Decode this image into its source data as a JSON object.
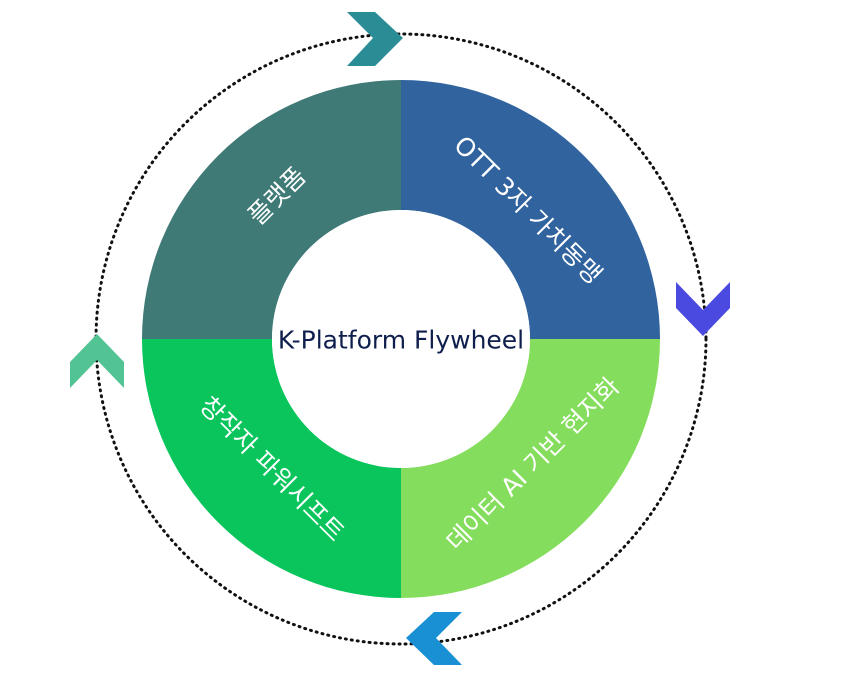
{
  "center": {
    "title": "K-Platform Flywheel"
  },
  "segments": [
    {
      "label": "플랫폼",
      "color": "#3f7a77"
    },
    {
      "label": "OTT 3자 가치동맹",
      "color": "#31639e"
    },
    {
      "label": "데이터 AI 기반 현지화",
      "color": "#84dd5c"
    },
    {
      "label": "창작자 파워시프트",
      "color": "#09c55c"
    }
  ],
  "arrows": [
    {
      "icon": "chevron-right-icon",
      "color": "#2a8c95"
    },
    {
      "icon": "chevron-down-icon",
      "color": "#4a4ae0"
    },
    {
      "icon": "chevron-left-icon",
      "color": "#1a90d4"
    },
    {
      "icon": "chevron-up-icon",
      "color": "#52c493"
    }
  ],
  "orbit": {
    "style": "dotted",
    "color": "#111111"
  }
}
